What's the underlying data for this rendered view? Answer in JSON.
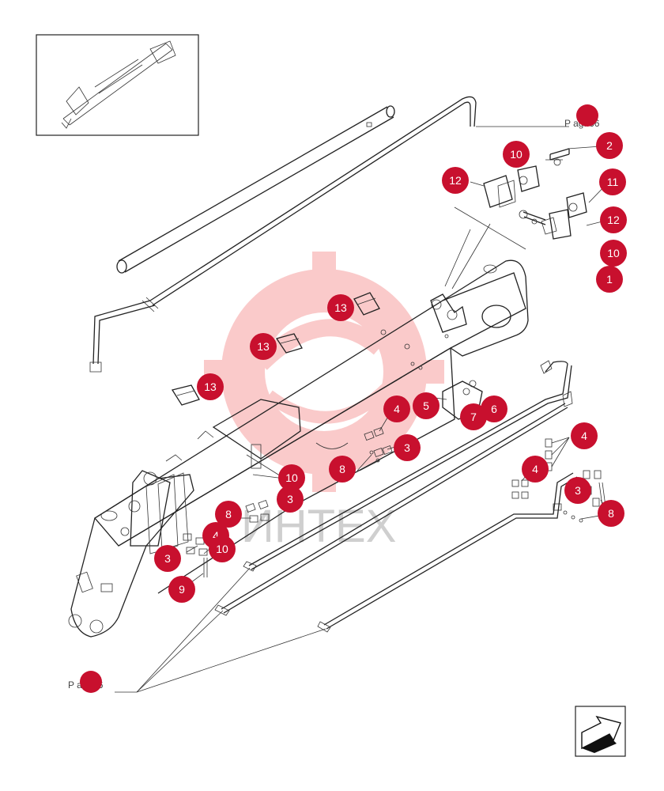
{
  "watermark": {
    "text": "ИНТЕХ"
  },
  "page_refs": [
    {
      "id": "top",
      "text": "P ag. 66"
    },
    {
      "id": "bottom",
      "text": "P ag. 66"
    }
  ],
  "callouts": [
    {
      "id": "c-2",
      "label": "2"
    },
    {
      "id": "c-10a",
      "label": "10"
    },
    {
      "id": "c-12a",
      "label": "12"
    },
    {
      "id": "c-11",
      "label": "11"
    },
    {
      "id": "c-12b",
      "label": "12"
    },
    {
      "id": "c-10b",
      "label": "10"
    },
    {
      "id": "c-1",
      "label": "1"
    },
    {
      "id": "c-13a",
      "label": "13"
    },
    {
      "id": "c-13b",
      "label": "13"
    },
    {
      "id": "c-13c",
      "label": "13"
    },
    {
      "id": "c-5",
      "label": "5"
    },
    {
      "id": "c-6",
      "label": "6"
    },
    {
      "id": "c-7",
      "label": "7"
    },
    {
      "id": "c-4a",
      "label": "4"
    },
    {
      "id": "c-3a",
      "label": "3"
    },
    {
      "id": "c-8a",
      "label": "8"
    },
    {
      "id": "c-10c",
      "label": "10"
    },
    {
      "id": "c-3b",
      "label": "3"
    },
    {
      "id": "c-8b",
      "label": "8"
    },
    {
      "id": "c-4b",
      "label": "4"
    },
    {
      "id": "c-10d",
      "label": "10"
    },
    {
      "id": "c-3c",
      "label": "3"
    },
    {
      "id": "c-9",
      "label": "9"
    },
    {
      "id": "c-4c",
      "label": "4"
    },
    {
      "id": "c-4d",
      "label": "4"
    },
    {
      "id": "c-3d",
      "label": "3"
    },
    {
      "id": "c-8c",
      "label": "8"
    }
  ],
  "colors": {
    "callout": "#c8102e",
    "watermark": "#f08080"
  },
  "icons": {
    "nav": "next-page-arrow-icon",
    "overview": "boom-overview-thumbnail"
  }
}
